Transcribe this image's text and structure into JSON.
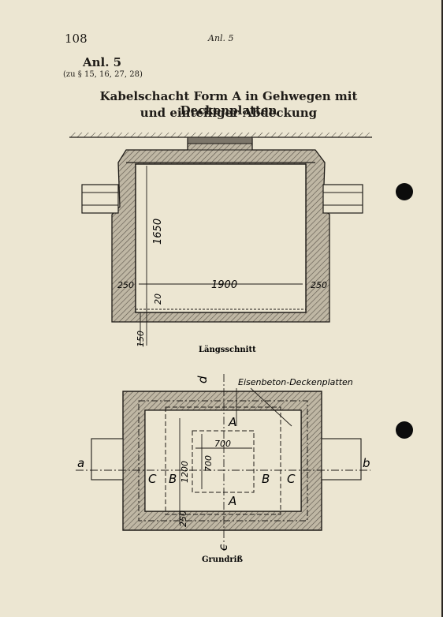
{
  "header": {
    "page_number": "108",
    "running_head": "Anl. 5"
  },
  "annex": {
    "label": "Anl. 5",
    "reference": "(zu § 15, 16, 27, 28)"
  },
  "title": {
    "line1": "Kabelschacht Form A in Gehwegen mit Deckenplatten",
    "line2": "und einteiliger Abdeckung"
  },
  "section": {
    "label": "Längsschnitt",
    "dims": {
      "height": "1650",
      "width": "1900",
      "wall_left": "250",
      "wall_right": "250",
      "floor": "20",
      "base": "150"
    }
  },
  "plan": {
    "label": "Grundriß",
    "callout": "Eisenbeton-Deckenplatten",
    "letters": {
      "d": "d",
      "c": "c",
      "a": "a",
      "b": "b",
      "A_top": "A",
      "A_bottom": "A",
      "B_left": "B",
      "B_right": "B",
      "C_left": "C",
      "C_right": "C"
    },
    "dims": {
      "h1200": "1200",
      "w700": "700",
      "h700": "700",
      "h250": "250"
    }
  }
}
